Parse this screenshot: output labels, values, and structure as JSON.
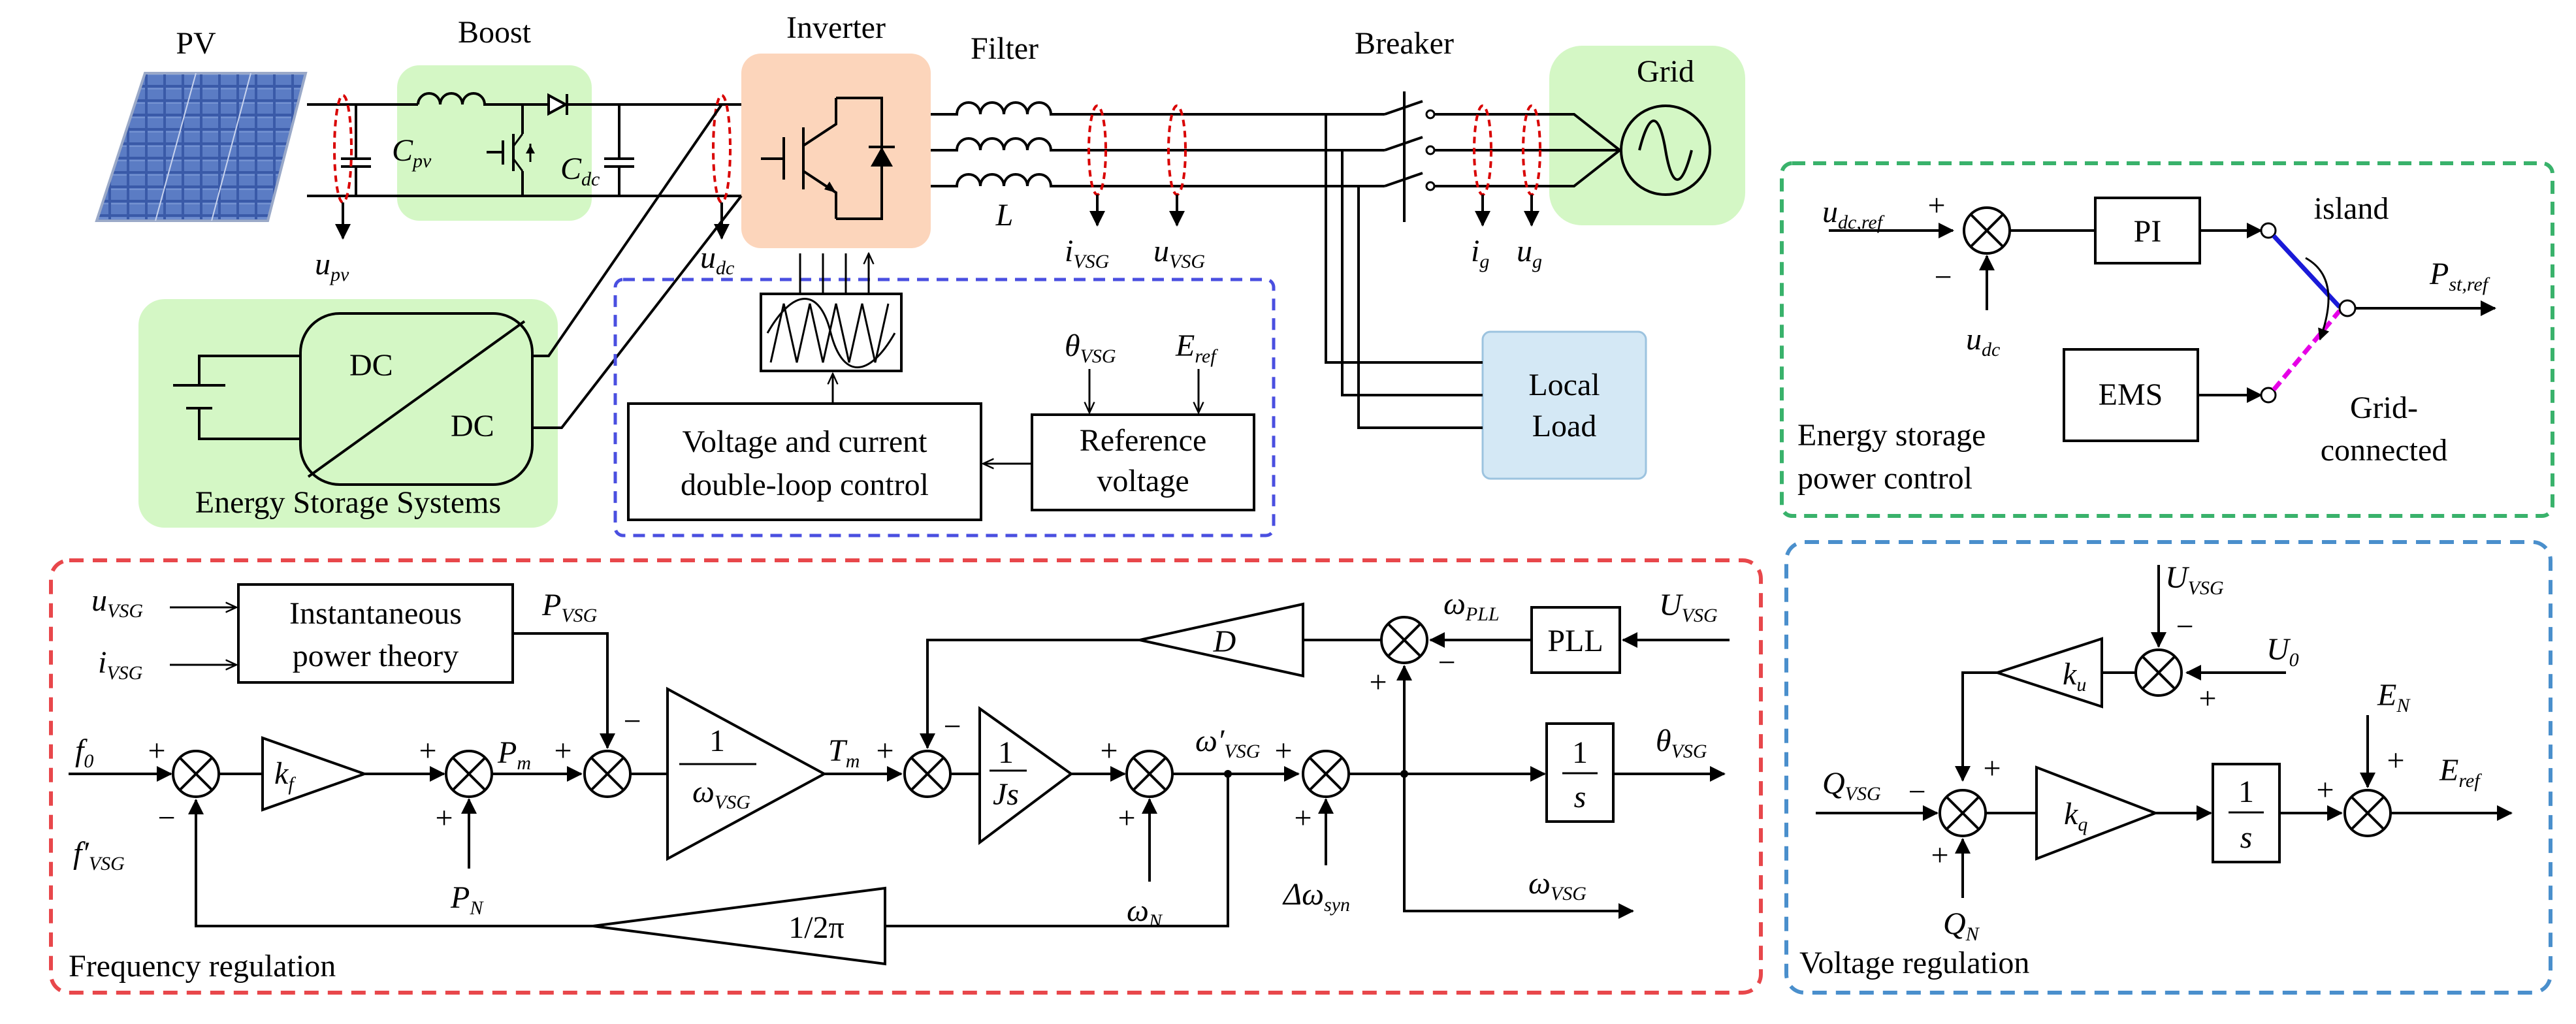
{
  "colors": {
    "green_fill": "#d4f7c5",
    "inverter_fill": "#fcd5bb",
    "load_fill": "#d4e8f5",
    "blue_dash": "#4a4fe0",
    "red_dash": "#e8474b",
    "green_dash": "#39b26b",
    "steelblue_dash": "#4a8fcc",
    "island_blue": "#1a1ad8",
    "grid_magenta": "#e600e6",
    "probe_red": "#d90000",
    "panel_blue": "#2c4a9a"
  },
  "power_stage": {
    "pv": "PV",
    "boost": "Boost",
    "inverter": "Inverter",
    "filter": "Filter",
    "breaker": "Breaker",
    "grid": "Grid",
    "c_pv_main": "C",
    "c_pv_sub": "pv",
    "c_dc_main": "C",
    "c_dc_sub": "dc",
    "u_pv_main": "u",
    "u_pv_sub": "pv",
    "u_dc_main": "u",
    "u_dc_sub": "dc",
    "l_label": "L",
    "i_vsg_main": "i",
    "i_vsg_sub": "VSG",
    "u_vsg_main": "u",
    "u_vsg_sub": "VSG",
    "ig_main": "i",
    "ig_sub": "g",
    "ug_main": "u",
    "ug_sub": "g",
    "dc_top": "DC",
    "dc_bottom": "DC",
    "ess_label": "Energy Storage Systems",
    "local_load_line1": "Local",
    "local_load_line2": "Load"
  },
  "inverter_control": {
    "vc_line1": "Voltage and current",
    "vc_line2": "double-loop control",
    "ref_line1": "Reference",
    "ref_line2": "voltage",
    "theta_main": "θ",
    "theta_sub": "VSG",
    "eref_main": "E",
    "eref_sub": "ref"
  },
  "energy_storage_control": {
    "title_line1": "Energy storage",
    "title_line2": "power control",
    "udcref_main": "u",
    "udcref_sub": "dc,ref",
    "udc_main": "u",
    "udc_sub": "dc",
    "pi": "PI",
    "ems": "EMS",
    "island": "island",
    "grid_connected_line1": "Grid-",
    "grid_connected_line2": "connected",
    "pstref_main": "P",
    "pstref_sub": "st,ref",
    "plus": "+",
    "minus": "−"
  },
  "frequency_regulation": {
    "title": "Frequency regulation",
    "uvsg_main": "u",
    "uvsg_sub": "VSG",
    "ivsg_main": "i",
    "ivsg_sub": "VSG",
    "ipt_line1": "Instantaneous",
    "ipt_line2": "power theory",
    "pvsg_main": "P",
    "pvsg_sub": "VSG",
    "f0_main": "f",
    "f0_sub": "0",
    "kf_main": "k",
    "kf_sub": "f",
    "pm_main": "P",
    "pm_sub": "m",
    "pn_main": "P",
    "pn_sub": "N",
    "inertia_num": "1",
    "inertia_den_main": "ω",
    "inertia_den_sub": "VSG",
    "tm_main": "T",
    "tm_sub": "m",
    "d": "D",
    "js_num": "1",
    "js_den": "Js",
    "omega_n_main": "ω",
    "omega_n_sub": "N",
    "omega_vsg_prime_main": "ω′",
    "omega_vsg_prime_sub": "VSG",
    "omega_pll_main": "ω",
    "omega_pll_sub": "PLL",
    "pll": "PLL",
    "Uvsg_main": "U",
    "Uvsg_sub": "VSG",
    "delta_omega_main": "Δω",
    "delta_omega_sub": "syn",
    "integ_num": "1",
    "integ_den": "s",
    "theta_main": "θ",
    "theta_sub": "VSG",
    "omega_vsg_main": "ω",
    "omega_vsg_sub": "VSG",
    "fvsg_main": "f′",
    "fvsg_sub": "VSG",
    "half_pi": "1/2π",
    "plus": "+",
    "minus": "−"
  },
  "voltage_regulation": {
    "title": "Voltage regulation",
    "Uvsg_main": "U",
    "Uvsg_sub": "VSG",
    "u0_main": "U",
    "u0_sub": "0",
    "ku_main": "k",
    "ku_sub": "u",
    "en_main": "E",
    "en_sub": "N",
    "qvsg_main": "Q",
    "qvsg_sub": "VSG",
    "kq_main": "k",
    "kq_sub": "q",
    "integ_num": "1",
    "integ_den": "s",
    "eref_main": "E",
    "eref_sub": "ref",
    "qn_main": "Q",
    "qn_sub": "N",
    "plus": "+",
    "minus": "−"
  }
}
